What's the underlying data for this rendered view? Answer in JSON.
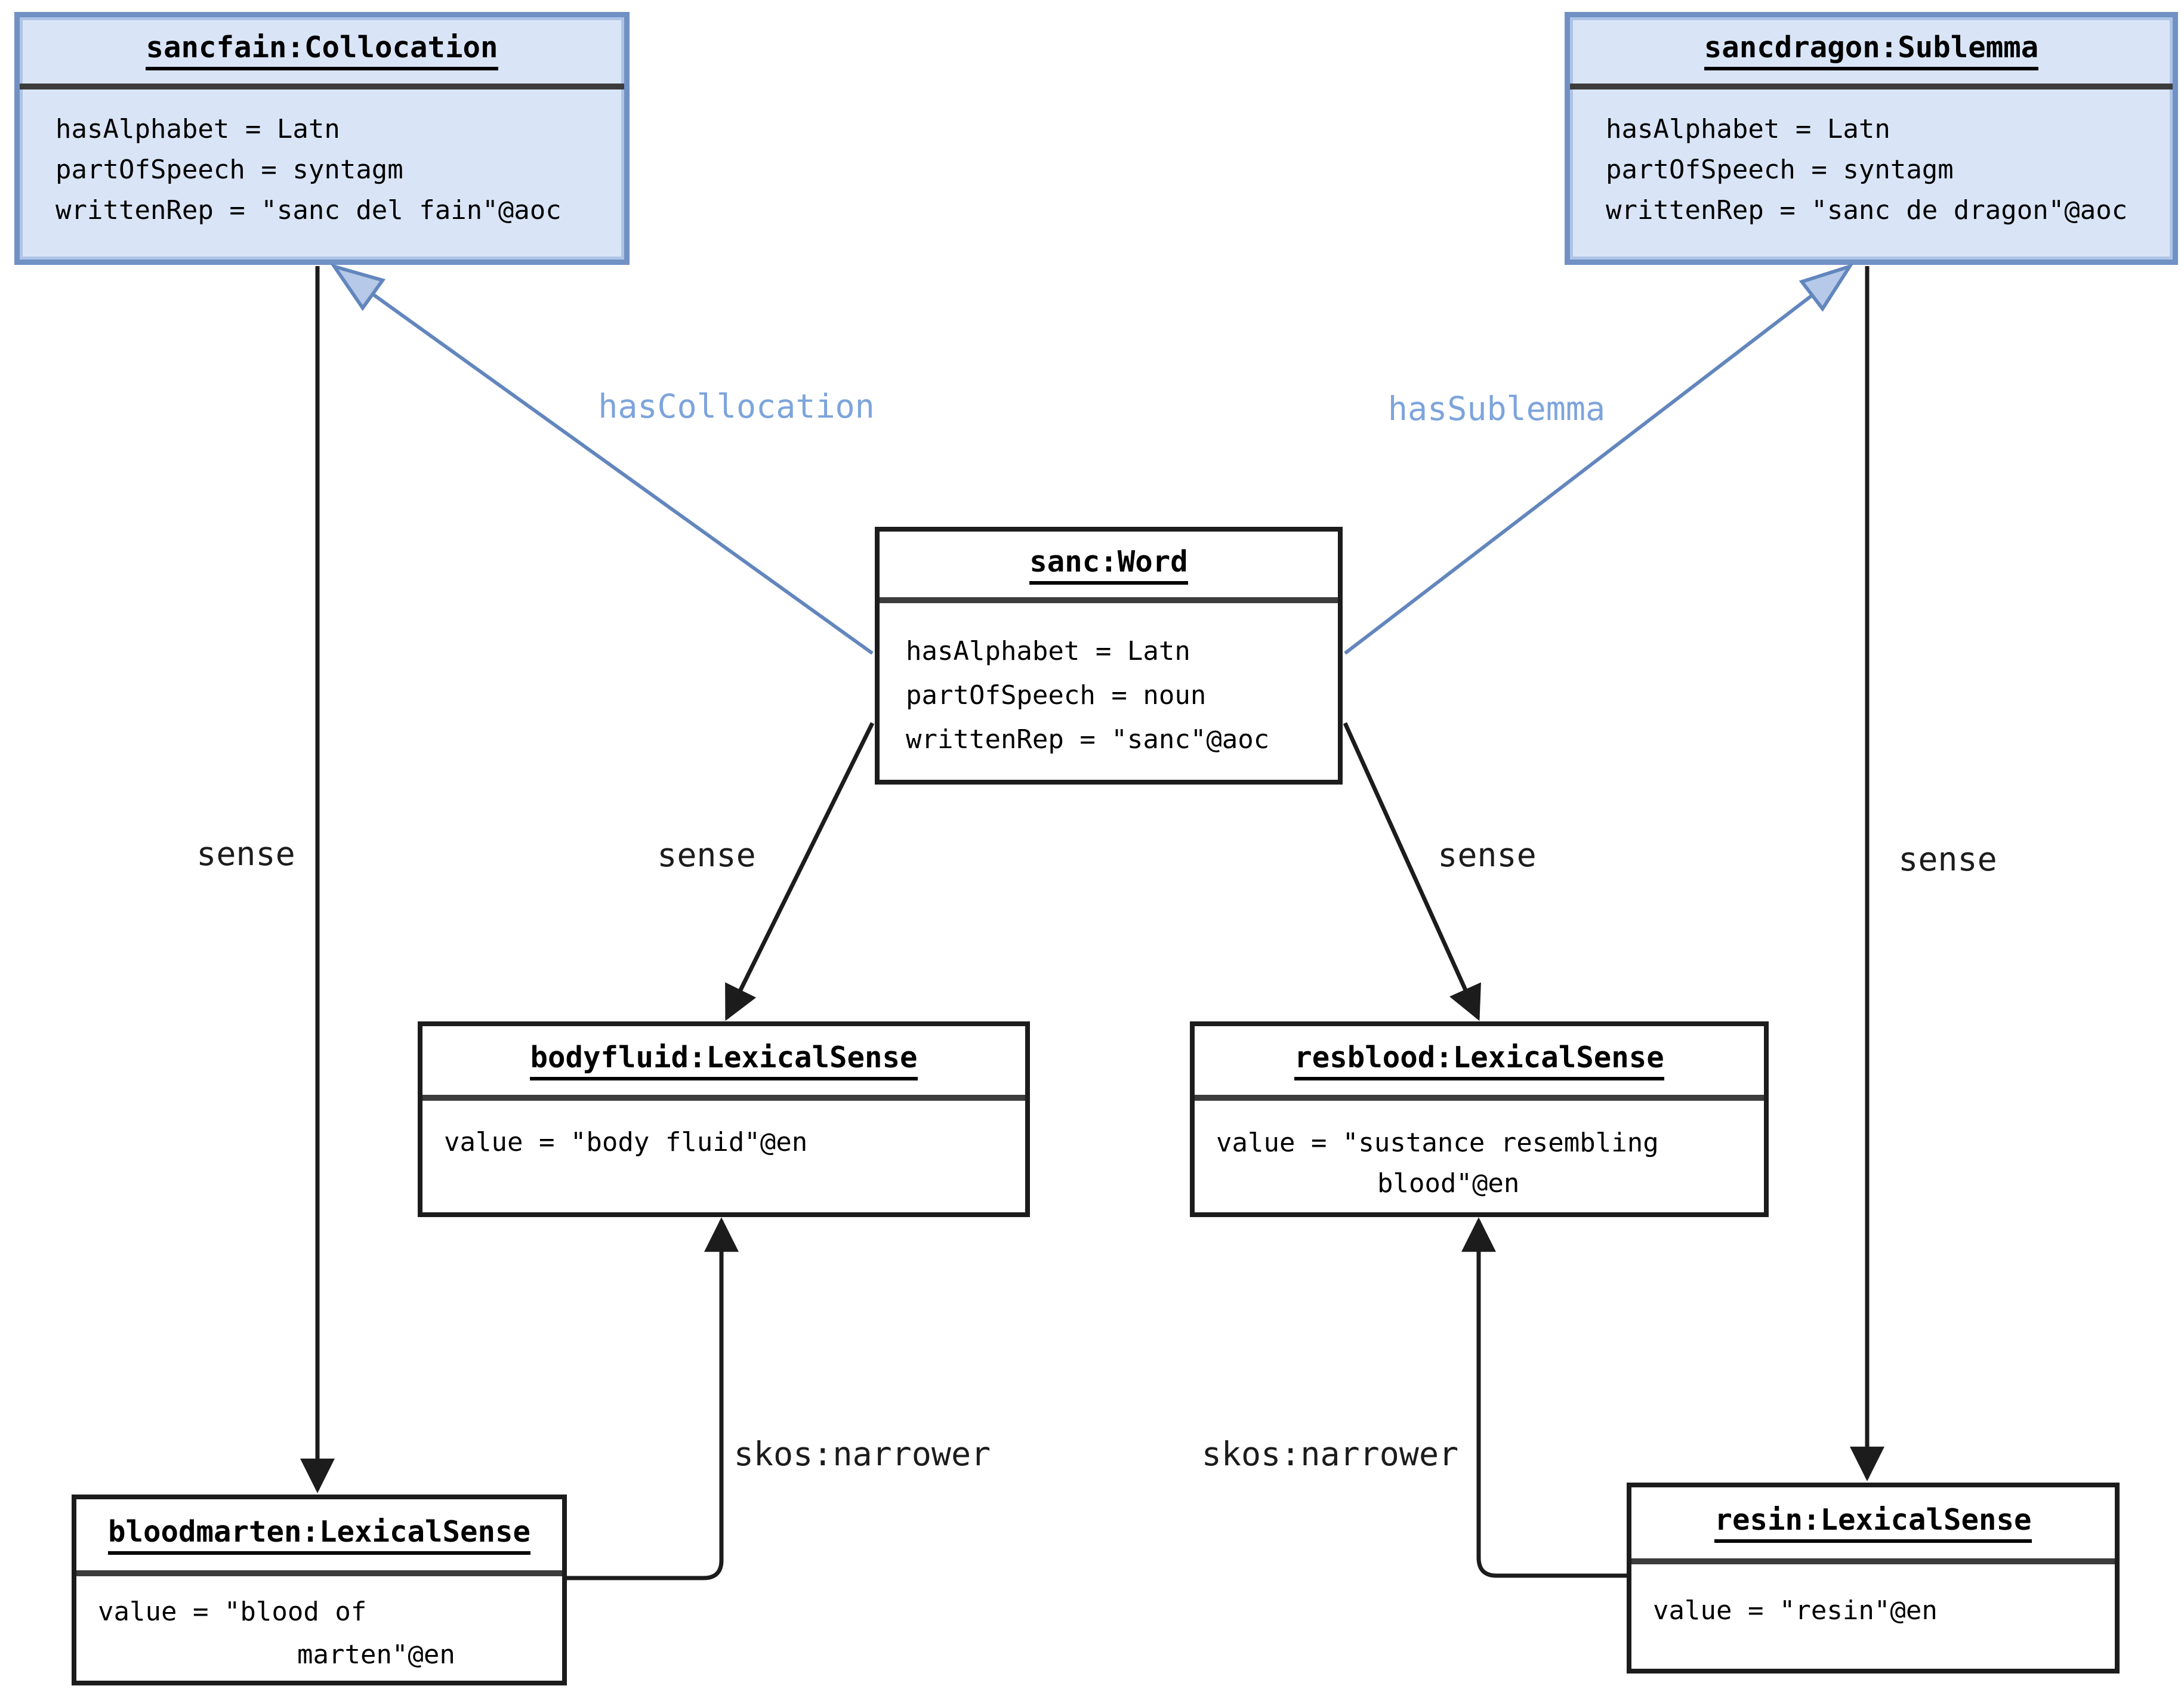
{
  "diagram": {
    "nodes": {
      "sancfain": {
        "title": "sancfain:Collocation",
        "attrs": [
          "hasAlphabet = Latn",
          "partOfSpeech = syntagm",
          "writtenRep = \"sanc del fain\"@aoc"
        ]
      },
      "sancdragon": {
        "title": "sancdragon:Sublemma",
        "attrs": [
          "hasAlphabet = Latn",
          "partOfSpeech = syntagm",
          "writtenRep = \"sanc de dragon\"@aoc"
        ]
      },
      "sanc": {
        "title": "sanc:Word",
        "attrs": [
          "hasAlphabet = Latn",
          "partOfSpeech = noun",
          "writtenRep = \"sanc\"@aoc"
        ]
      },
      "bodyfluid": {
        "title": "bodyfluid:LexicalSense",
        "attrs": [
          "value = \"body fluid\"@en"
        ]
      },
      "resblood": {
        "title": "resblood:LexicalSense",
        "attrs": [
          "value = \"sustance resembling",
          "blood\"@en"
        ]
      },
      "bloodmarten": {
        "title": "bloodmarten:LexicalSense",
        "attrs": [
          "value = \"blood of",
          "marten\"@en"
        ]
      },
      "resin": {
        "title": "resin:LexicalSense",
        "attrs": [
          "value = \"resin\"@en"
        ]
      }
    },
    "edge_labels": {
      "has_collocation": "hasCollocation",
      "has_sublemma": "hasSublemma",
      "sense": "sense",
      "skos_narrower": "skos:narrower"
    },
    "colors": {
      "node_fill_blue": "#d9e5f6",
      "node_border_blue": "#7191c4",
      "node_fill_white": "#ffffff",
      "node_border_black": "#1c1c1c",
      "separator_gray": "#3c3c3c",
      "edge_black": "#1c1c1c",
      "edge_blue": "#6286bd",
      "edge_label_blue": "#7da4dc",
      "blue_arrowhead_fill": "#b6c9e8"
    }
  }
}
